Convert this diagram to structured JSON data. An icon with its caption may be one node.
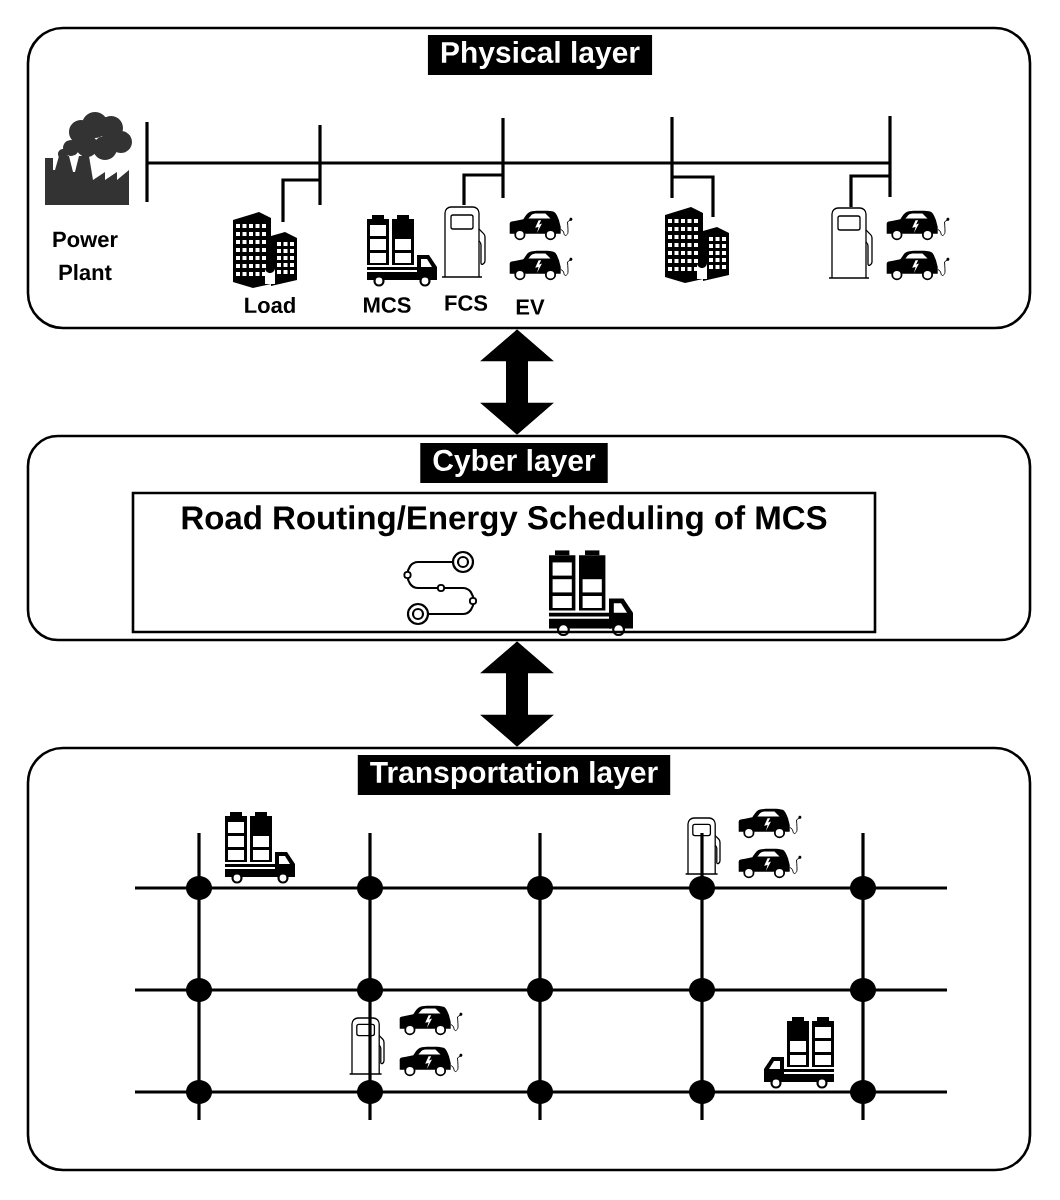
{
  "diagram": {
    "nodes": [
      {
        "text": [
          "Physical layer"
        ]
      },
      {
        "text": [
          "Cyber layer"
        ]
      },
      {
        "text": [
          "Road Routing/Energy Scheduling of MCS"
        ],
        "in": 1
      },
      {
        "text": [
          "Transportation layer"
        ]
      }
    ],
    "edges": [
      {
        "from": 0,
        "to": 1,
        "arrow": "both"
      },
      {
        "from": 1,
        "to": 3,
        "arrow": "both"
      }
    ],
    "labels": [
      "Power Plant",
      "Load",
      "MCS",
      "FCS",
      "EV"
    ]
  }
}
